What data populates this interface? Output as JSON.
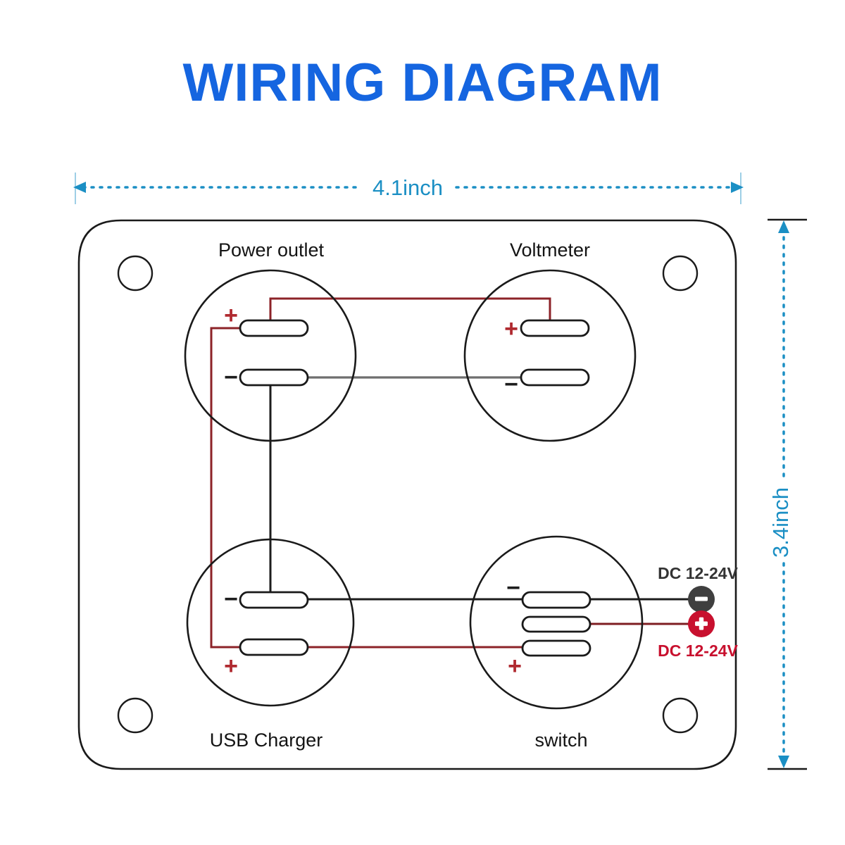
{
  "title": "WIRING DIAGRAM",
  "colors": {
    "title_blue": "#1565e0",
    "dimension_blue": "#1b8fc4",
    "wire_red": "#7e1d22",
    "wire_red_light": "#a8565c",
    "wire_black": "#1d1d1d",
    "wire_gray": "#6e6e6e",
    "panel_outline": "#1a1a1a",
    "badge_negative": "#3f3f3f",
    "badge_positive": "#c8102e",
    "label_dark": "#333333"
  },
  "dimensions": {
    "width_label": "4.1inch",
    "height_label": "3.4inch"
  },
  "components": [
    {
      "id": "power-outlet",
      "label": "Power outlet",
      "label_position": "top",
      "terminals": [
        {
          "polarity": "+",
          "position": "top"
        },
        {
          "polarity": "−",
          "position": "bottom"
        }
      ]
    },
    {
      "id": "voltmeter",
      "label": "Voltmeter",
      "label_position": "top",
      "terminals": [
        {
          "polarity": "+",
          "position": "top"
        },
        {
          "polarity": "−",
          "position": "bottom"
        }
      ]
    },
    {
      "id": "usb-charger",
      "label": "USB Charger",
      "label_position": "bottom",
      "terminals": [
        {
          "polarity": "−",
          "position": "top"
        },
        {
          "polarity": "+",
          "position": "bottom"
        }
      ]
    },
    {
      "id": "switch",
      "label": "switch",
      "label_position": "bottom",
      "terminals": [
        {
          "polarity": "−",
          "position": "top"
        },
        {
          "polarity": "",
          "position": "middle"
        },
        {
          "polarity": "+",
          "position": "bottom"
        }
      ]
    }
  ],
  "power_terminals": [
    {
      "id": "dc-negative",
      "label": "DC 12-24V",
      "glyph": "−",
      "label_color": "#333333",
      "badge_color": "#3f3f3f"
    },
    {
      "id": "dc-positive",
      "label": "DC 12-24V",
      "glyph": "+",
      "label_color": "#c8102e",
      "badge_color": "#c8102e"
    }
  ],
  "mounting_holes_count": 4
}
